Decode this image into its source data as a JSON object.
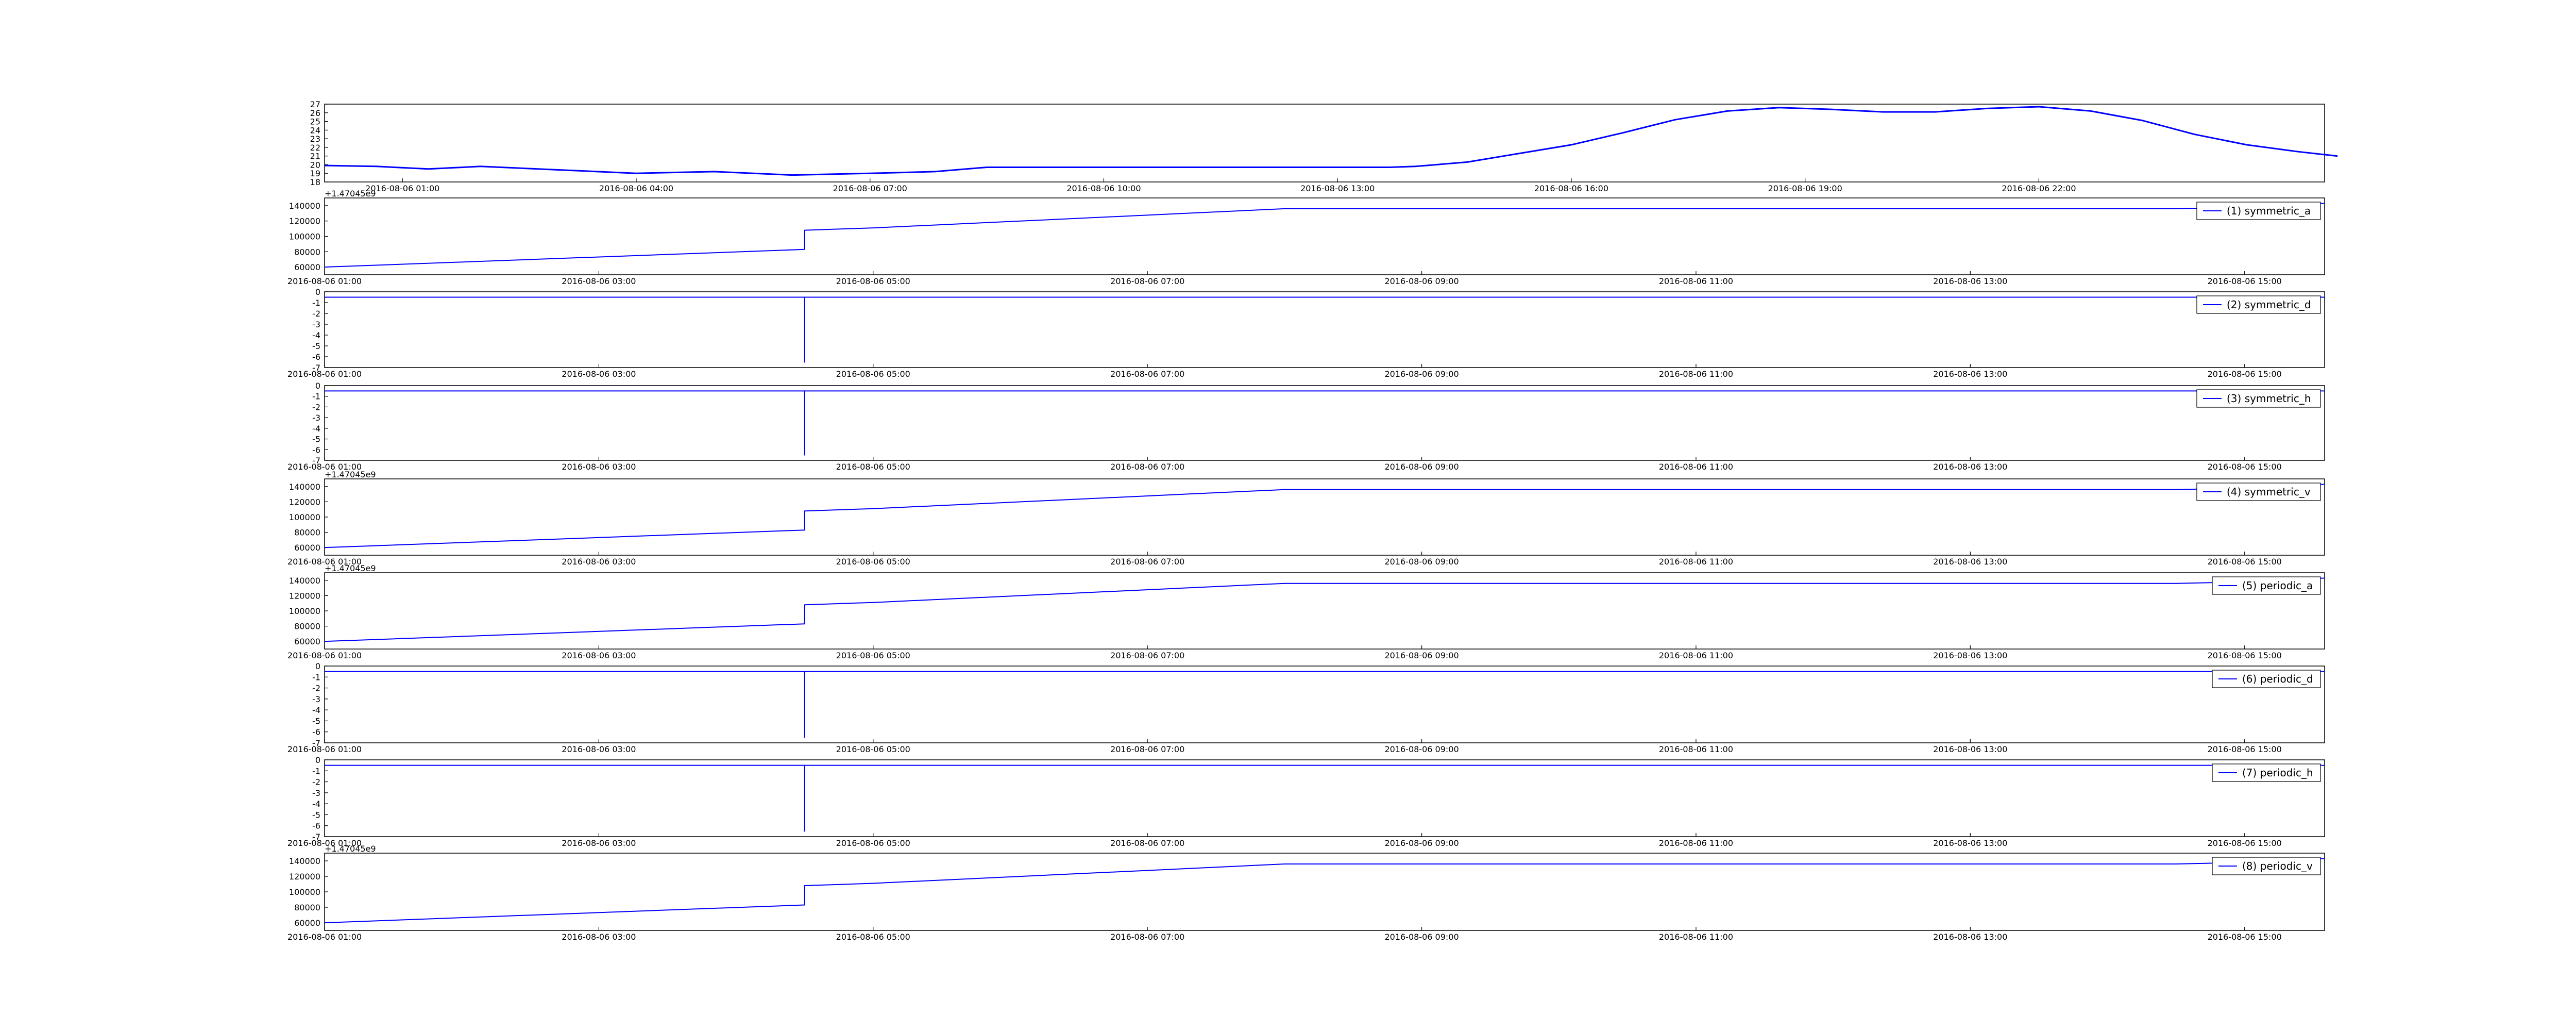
{
  "colors": {
    "line": "#0000ff",
    "axes": "#000000",
    "background": "#ffffff"
  },
  "chart_data": [
    {
      "type": "line",
      "series": [
        {
          "x": [
            "2016-08-06 00:00",
            "2016-08-06 00:40",
            "2016-08-06 01:20",
            "2016-08-06 02:00",
            "2016-08-06 03:00",
            "2016-08-06 04:00",
            "2016-08-06 05:00",
            "2016-08-06 06:00",
            "2016-08-06 07:00",
            "2016-08-06 07:50",
            "2016-08-06 08:30",
            "2016-08-06 09:00",
            "2016-08-06 12:00",
            "2016-08-06 13:40",
            "2016-08-06 14:00",
            "2016-08-06 14:40",
            "2016-08-06 15:20",
            "2016-08-06 16:00",
            "2016-08-06 16:40",
            "2016-08-06 17:20",
            "2016-08-06 18:00",
            "2016-08-06 18:40",
            "2016-08-06 19:20",
            "2016-08-06 20:00",
            "2016-08-06 20:40",
            "2016-08-06 21:20",
            "2016-08-06 22:00",
            "2016-08-06 22:40",
            "2016-08-06 23:20",
            "2016-08-07 00:00",
            "2016-08-07 00:40",
            "2016-08-07 01:20",
            "2016-08-07 01:50"
          ],
          "values": [
            19.9,
            19.8,
            19.5,
            19.8,
            19.4,
            19.0,
            19.2,
            18.8,
            19.0,
            19.2,
            19.7,
            19.7,
            19.7,
            19.7,
            19.8,
            20.3,
            21.3,
            22.3,
            23.7,
            25.2,
            26.2,
            26.6,
            26.4,
            26.1,
            26.1,
            26.5,
            26.7,
            26.2,
            25.1,
            23.5,
            22.3,
            21.5,
            21.0
          ]
        }
      ],
      "ylim": [
        18,
        27
      ],
      "xlim": [
        "2016-08-06 00:00",
        "2016-08-07 01:40"
      ],
      "yticks": [
        18,
        19,
        20,
        21,
        22,
        23,
        24,
        25,
        26,
        27
      ],
      "xticks": [
        "2016-08-06 01:00",
        "2016-08-06 04:00",
        "2016-08-06 07:00",
        "2016-08-06 10:00",
        "2016-08-06 13:00",
        "2016-08-06 16:00",
        "2016-08-06 19:00",
        "2016-08-06 22:00"
      ],
      "xtick_labels": [
        "2016-08-06 01:00",
        "2016-08-06 04:00",
        "2016-08-06 07:00",
        "2016-08-06 10:00",
        "2016-08-06 13:00",
        "2016-08-06 16:00",
        "2016-08-06 19:00",
        "2016-08-06 22:00"
      ],
      "offset_text": "",
      "legend": "",
      "grid": false
    },
    {
      "type": "line",
      "series": [
        {
          "name": "(1) symmetric_a",
          "x": [
            "2016-08-06 01:00",
            "2016-08-06 04:30",
            "2016-08-06 04:30",
            "2016-08-06 05:00",
            "2016-08-06 08:00",
            "2016-08-06 14:30",
            "2016-08-06 15:00",
            "2016-08-06 15:35"
          ],
          "values": [
            60000,
            83000,
            108000,
            111000,
            136000,
            136000,
            138000,
            143000
          ]
        }
      ],
      "ylim": [
        50000,
        150000
      ],
      "xlim": [
        "2016-08-06 01:00",
        "2016-08-06 15:35"
      ],
      "yticks": [
        60000,
        80000,
        100000,
        120000,
        140000
      ],
      "xticks": [
        "2016-08-06 01:00",
        "2016-08-06 03:00",
        "2016-08-06 05:00",
        "2016-08-06 07:00",
        "2016-08-06 09:00",
        "2016-08-06 11:00",
        "2016-08-06 13:00",
        "2016-08-06 15:00"
      ],
      "xtick_labels": [
        "2016-08-06 01:00",
        "2016-08-06 03:00",
        "2016-08-06 05:00",
        "2016-08-06 07:00",
        "2016-08-06 09:00",
        "2016-08-06 11:00",
        "2016-08-06 13:00",
        "2016-08-06 15:00"
      ],
      "offset_text": "+1.47045e9",
      "legend": "(1) symmetric_a",
      "grid": false
    },
    {
      "type": "line",
      "series": [
        {
          "name": "(2) symmetric_d",
          "x": [
            "2016-08-06 01:00",
            "2016-08-06 04:30",
            "2016-08-06 04:30",
            "2016-08-06 04:30",
            "2016-08-06 08:05",
            "2016-08-06 14:45",
            "2016-08-06 15:35"
          ],
          "values": [
            -0.5,
            -0.5,
            -6.5,
            -0.5,
            -0.5,
            -0.5,
            -0.5
          ]
        }
      ],
      "ylim": [
        -7,
        0
      ],
      "xlim": [
        "2016-08-06 01:00",
        "2016-08-06 15:35"
      ],
      "yticks": [
        -7,
        -6,
        -5,
        -4,
        -3,
        -2,
        -1,
        0
      ],
      "xticks": [
        "2016-08-06 01:00",
        "2016-08-06 03:00",
        "2016-08-06 05:00",
        "2016-08-06 07:00",
        "2016-08-06 09:00",
        "2016-08-06 11:00",
        "2016-08-06 13:00",
        "2016-08-06 15:00"
      ],
      "xtick_labels": [
        "2016-08-06 01:00",
        "2016-08-06 03:00",
        "2016-08-06 05:00",
        "2016-08-06 07:00",
        "2016-08-06 09:00",
        "2016-08-06 11:00",
        "2016-08-06 13:00",
        "2016-08-06 15:00"
      ],
      "offset_text": "",
      "legend": "(2) symmetric_d",
      "grid": false
    },
    {
      "type": "line",
      "series": [
        {
          "name": "(3) symmetric_h",
          "x": [
            "2016-08-06 01:00",
            "2016-08-06 04:30",
            "2016-08-06 04:30",
            "2016-08-06 04:30",
            "2016-08-06 08:05",
            "2016-08-06 14:45",
            "2016-08-06 15:35"
          ],
          "values": [
            -0.5,
            -0.5,
            -6.5,
            -0.5,
            -0.5,
            -0.5,
            -0.5
          ]
        }
      ],
      "ylim": [
        -7,
        0
      ],
      "xlim": [
        "2016-08-06 01:00",
        "2016-08-06 15:35"
      ],
      "yticks": [
        -7,
        -6,
        -5,
        -4,
        -3,
        -2,
        -1,
        0
      ],
      "xticks": [
        "2016-08-06 01:00",
        "2016-08-06 03:00",
        "2016-08-06 05:00",
        "2016-08-06 07:00",
        "2016-08-06 09:00",
        "2016-08-06 11:00",
        "2016-08-06 13:00",
        "2016-08-06 15:00"
      ],
      "xtick_labels": [
        "2016-08-06 01:00",
        "2016-08-06 03:00",
        "2016-08-06 05:00",
        "2016-08-06 07:00",
        "2016-08-06 09:00",
        "2016-08-06 11:00",
        "2016-08-06 13:00",
        "2016-08-06 15:00"
      ],
      "offset_text": "",
      "legend": "(3) symmetric_h",
      "grid": false
    },
    {
      "type": "line",
      "series": [
        {
          "name": "(4) symmetric_v",
          "x": [
            "2016-08-06 01:00",
            "2016-08-06 04:30",
            "2016-08-06 04:30",
            "2016-08-06 05:00",
            "2016-08-06 08:00",
            "2016-08-06 14:30",
            "2016-08-06 15:00",
            "2016-08-06 15:35"
          ],
          "values": [
            60000,
            83000,
            108000,
            111000,
            136000,
            136000,
            138000,
            143000
          ]
        }
      ],
      "ylim": [
        50000,
        150000
      ],
      "xlim": [
        "2016-08-06 01:00",
        "2016-08-06 15:35"
      ],
      "yticks": [
        60000,
        80000,
        100000,
        120000,
        140000
      ],
      "xticks": [
        "2016-08-06 01:00",
        "2016-08-06 03:00",
        "2016-08-06 05:00",
        "2016-08-06 07:00",
        "2016-08-06 09:00",
        "2016-08-06 11:00",
        "2016-08-06 13:00",
        "2016-08-06 15:00"
      ],
      "xtick_labels": [
        "2016-08-06 01:00",
        "2016-08-06 03:00",
        "2016-08-06 05:00",
        "2016-08-06 07:00",
        "2016-08-06 09:00",
        "2016-08-06 11:00",
        "2016-08-06 13:00",
        "2016-08-06 15:00"
      ],
      "offset_text": "+1.47045e9",
      "legend": "(4) symmetric_v",
      "grid": false
    },
    {
      "type": "line",
      "series": [
        {
          "name": "(5) periodic_a",
          "x": [
            "2016-08-06 01:00",
            "2016-08-06 04:30",
            "2016-08-06 04:30",
            "2016-08-06 05:00",
            "2016-08-06 08:00",
            "2016-08-06 14:30",
            "2016-08-06 15:00",
            "2016-08-06 15:35"
          ],
          "values": [
            60000,
            83000,
            108000,
            111000,
            136000,
            136000,
            138000,
            143000
          ]
        }
      ],
      "ylim": [
        50000,
        150000
      ],
      "xlim": [
        "2016-08-06 01:00",
        "2016-08-06 15:35"
      ],
      "yticks": [
        60000,
        80000,
        100000,
        120000,
        140000
      ],
      "xticks": [
        "2016-08-06 01:00",
        "2016-08-06 03:00",
        "2016-08-06 05:00",
        "2016-08-06 07:00",
        "2016-08-06 09:00",
        "2016-08-06 11:00",
        "2016-08-06 13:00",
        "2016-08-06 15:00"
      ],
      "xtick_labels": [
        "2016-08-06 01:00",
        "2016-08-06 03:00",
        "2016-08-06 05:00",
        "2016-08-06 07:00",
        "2016-08-06 09:00",
        "2016-08-06 11:00",
        "2016-08-06 13:00",
        "2016-08-06 15:00"
      ],
      "offset_text": "+1.47045e9",
      "legend": "(5) periodic_a",
      "grid": false
    },
    {
      "type": "line",
      "series": [
        {
          "name": "(6) periodic_d",
          "x": [
            "2016-08-06 01:00",
            "2016-08-06 04:30",
            "2016-08-06 04:30",
            "2016-08-06 04:30",
            "2016-08-06 08:05",
            "2016-08-06 14:45",
            "2016-08-06 15:35"
          ],
          "values": [
            -0.5,
            -0.5,
            -6.5,
            -0.5,
            -0.5,
            -0.5,
            -0.5
          ]
        }
      ],
      "ylim": [
        -7,
        0
      ],
      "xlim": [
        "2016-08-06 01:00",
        "2016-08-06 15:35"
      ],
      "yticks": [
        -7,
        -6,
        -5,
        -4,
        -3,
        -2,
        -1,
        0
      ],
      "xticks": [
        "2016-08-06 01:00",
        "2016-08-06 03:00",
        "2016-08-06 05:00",
        "2016-08-06 07:00",
        "2016-08-06 09:00",
        "2016-08-06 11:00",
        "2016-08-06 13:00",
        "2016-08-06 15:00"
      ],
      "xtick_labels": [
        "2016-08-06 01:00",
        "2016-08-06 03:00",
        "2016-08-06 05:00",
        "2016-08-06 07:00",
        "2016-08-06 09:00",
        "2016-08-06 11:00",
        "2016-08-06 13:00",
        "2016-08-06 15:00"
      ],
      "offset_text": "",
      "legend": "(6) periodic_d",
      "grid": false
    },
    {
      "type": "line",
      "series": [
        {
          "name": "(7) periodic_h",
          "x": [
            "2016-08-06 01:00",
            "2016-08-06 04:30",
            "2016-08-06 04:30",
            "2016-08-06 04:30",
            "2016-08-06 08:05",
            "2016-08-06 14:45",
            "2016-08-06 15:35"
          ],
          "values": [
            -0.5,
            -0.5,
            -6.5,
            -0.5,
            -0.5,
            -0.5,
            -0.5
          ]
        }
      ],
      "ylim": [
        -7,
        0
      ],
      "xlim": [
        "2016-08-06 01:00",
        "2016-08-06 15:35"
      ],
      "yticks": [
        -7,
        -6,
        -5,
        -4,
        -3,
        -2,
        -1,
        0
      ],
      "xticks": [
        "2016-08-06 01:00",
        "2016-08-06 03:00",
        "2016-08-06 05:00",
        "2016-08-06 07:00",
        "2016-08-06 09:00",
        "2016-08-06 11:00",
        "2016-08-06 13:00",
        "2016-08-06 15:00"
      ],
      "xtick_labels": [
        "2016-08-06 01:00",
        "2016-08-06 03:00",
        "2016-08-06 05:00",
        "2016-08-06 07:00",
        "2016-08-06 09:00",
        "2016-08-06 11:00",
        "2016-08-06 13:00",
        "2016-08-06 15:00"
      ],
      "offset_text": "",
      "legend": "(7) periodic_h",
      "grid": false
    },
    {
      "type": "line",
      "series": [
        {
          "name": "(8) periodic_v",
          "x": [
            "2016-08-06 01:00",
            "2016-08-06 04:30",
            "2016-08-06 04:30",
            "2016-08-06 05:00",
            "2016-08-06 08:00",
            "2016-08-06 14:30",
            "2016-08-06 15:00",
            "2016-08-06 15:35"
          ],
          "values": [
            60000,
            83000,
            108000,
            111000,
            136000,
            136000,
            138000,
            143000
          ]
        }
      ],
      "ylim": [
        50000,
        150000
      ],
      "xlim": [
        "2016-08-06 01:00",
        "2016-08-06 15:35"
      ],
      "yticks": [
        60000,
        80000,
        100000,
        120000,
        140000
      ],
      "xticks": [
        "2016-08-06 01:00",
        "2016-08-06 03:00",
        "2016-08-06 05:00",
        "2016-08-06 07:00",
        "2016-08-06 09:00",
        "2016-08-06 11:00",
        "2016-08-06 13:00",
        "2016-08-06 15:00"
      ],
      "xtick_labels": [
        "2016-08-06 01:00",
        "2016-08-06 03:00",
        "2016-08-06 05:00",
        "2016-08-06 07:00",
        "2016-08-06 09:00",
        "2016-08-06 11:00",
        "2016-08-06 13:00",
        "2016-08-06 15:00"
      ],
      "offset_text": "+1.47045e9",
      "legend": "(8) periodic_v",
      "grid": false
    }
  ]
}
